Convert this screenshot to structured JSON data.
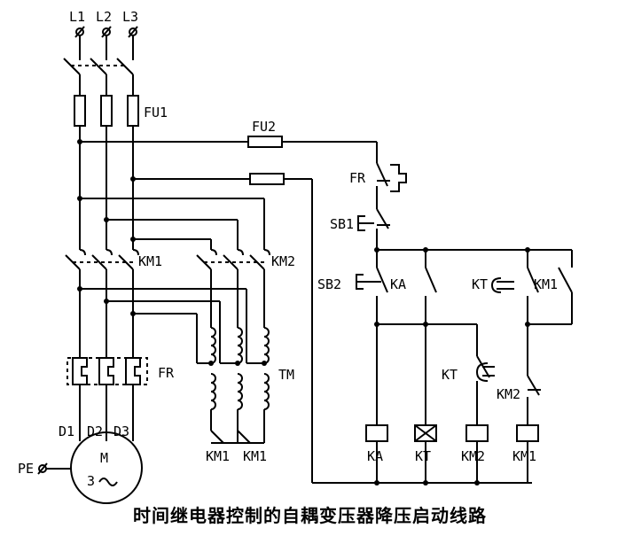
{
  "labels": {
    "l1": "L1",
    "l2": "L2",
    "l3": "L3",
    "fu1": "FU1",
    "fu2": "FU2",
    "km1_main": "KM1",
    "km2_main": "KM2",
    "fr_main": "FR",
    "tm": "TM",
    "d1": "D1",
    "d2": "D2",
    "d3": "D3",
    "motor_m": "M",
    "motor_3": "3",
    "pe": "PE",
    "km1_star_a": "KM1",
    "km1_star_b": "KM1",
    "fr_ctrl": "FR",
    "sb1": "SB1",
    "sb2": "SB2",
    "ka_contact": "KA",
    "kt_contact": "KT",
    "km1_contact": "KM1",
    "kt_delay": "KT",
    "km2_contact": "KM2",
    "coil_ka": "KA",
    "coil_kt": "KT",
    "coil_km2": "KM2",
    "coil_km1": "KM1"
  },
  "caption": "时间继电器控制的自耦变压器降压启动线路"
}
